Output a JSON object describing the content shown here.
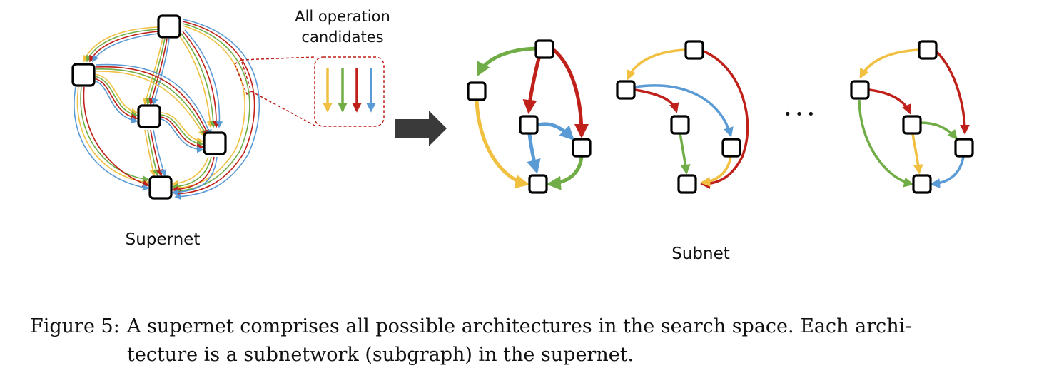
{
  "colors": {
    "yellow": "#f1c040",
    "green": "#70ad47",
    "red": "#c0201a",
    "blue": "#5b9bd5",
    "arrow": "#3a3a3a"
  },
  "labels": {
    "operations_line1": "All operation",
    "operations_line2": "candidates",
    "supernet": "Supernet",
    "subnet": "Subnet",
    "ellipsis": "• • •"
  },
  "caption": {
    "label": "Figure 5:",
    "line1": "A supernet comprises all possible architectures in the search space. Each archi-",
    "line2": "tecture is a subnetwork (subgraph) in the supernet."
  }
}
